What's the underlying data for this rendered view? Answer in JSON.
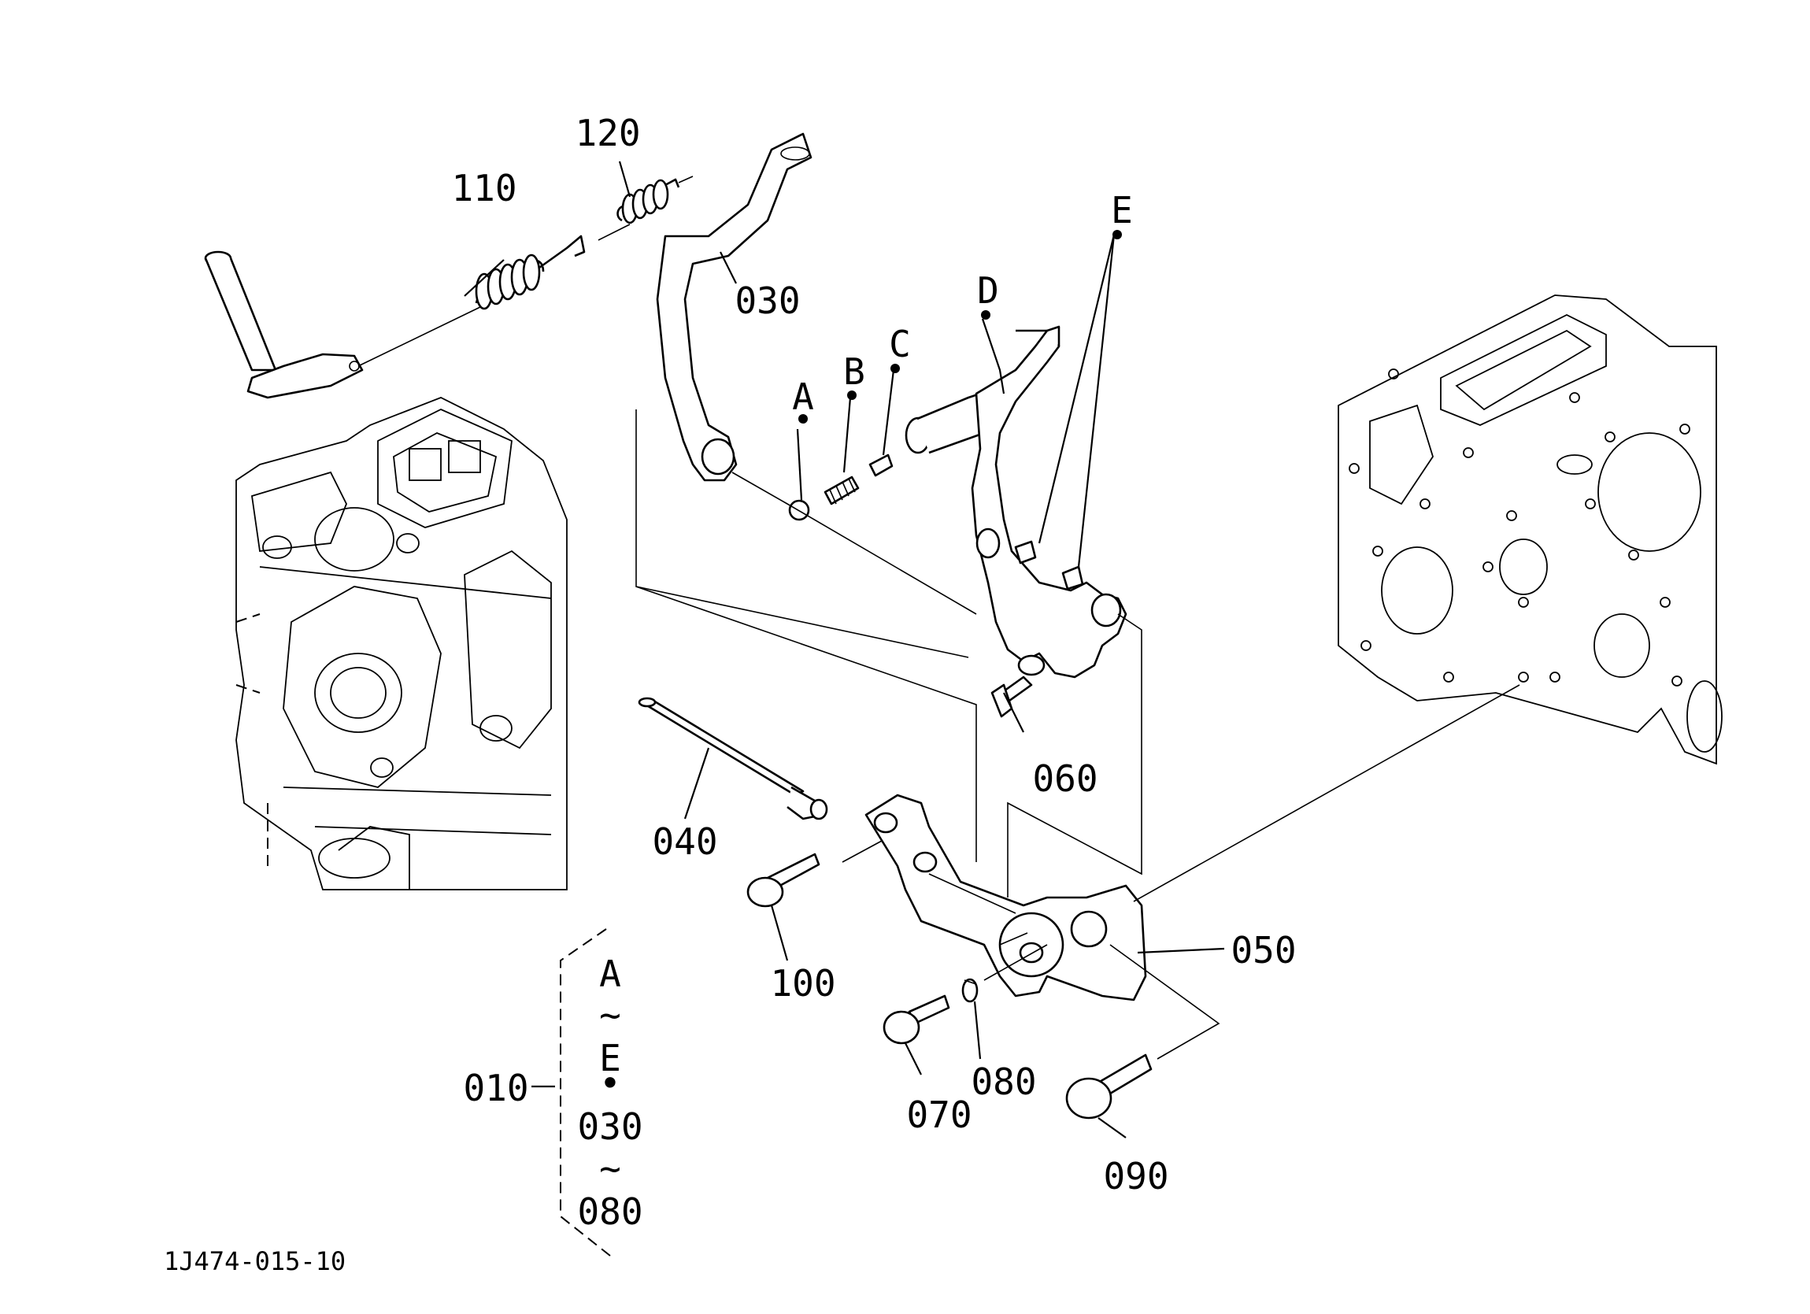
{
  "diagram": {
    "callouts": [
      {
        "id": "010",
        "text": "010"
      },
      {
        "id": "030",
        "text": "030"
      },
      {
        "id": "040",
        "text": "040"
      },
      {
        "id": "050",
        "text": "050"
      },
      {
        "id": "060",
        "text": "060"
      },
      {
        "id": "070",
        "text": "070"
      },
      {
        "id": "080",
        "text": "080"
      },
      {
        "id": "090",
        "text": "090"
      },
      {
        "id": "100",
        "text": "100"
      },
      {
        "id": "110",
        "text": "110"
      },
      {
        "id": "120",
        "text": "120"
      },
      {
        "id": "A",
        "text": "A"
      },
      {
        "id": "B",
        "text": "B"
      },
      {
        "id": "C",
        "text": "C"
      },
      {
        "id": "D",
        "text": "D"
      },
      {
        "id": "E",
        "text": "E"
      }
    ],
    "kit_bracket": {
      "line1": "A",
      "tilde1": "~",
      "line2": "E",
      "separator": "•",
      "line3": "030",
      "tilde2": "~",
      "line4": "080"
    },
    "drawing_number": "1J474-015-10"
  }
}
